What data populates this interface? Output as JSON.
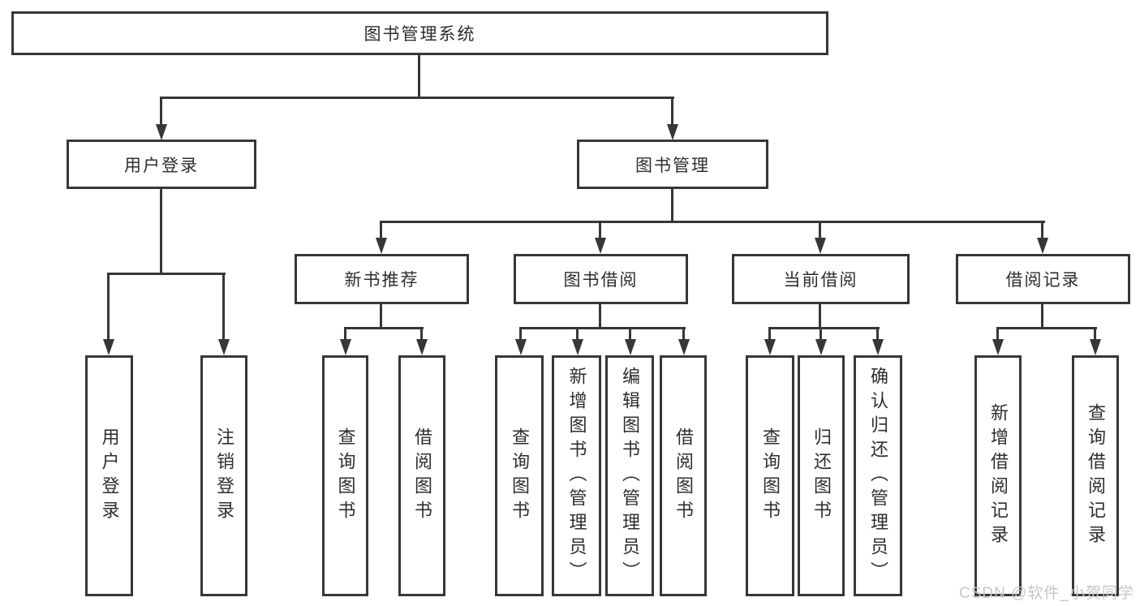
{
  "colors": {
    "line": "#373737",
    "box_border": "#373737",
    "text": "#2e2e2e",
    "watermark_text": "#c6c6c6",
    "background": "#ffffff"
  },
  "watermark": {
    "text": "CSDN @软件_小贺同学"
  },
  "tree": {
    "label": "图书管理系统",
    "children": [
      {
        "label": "用户登录",
        "children": [
          {
            "label": "用户登录"
          },
          {
            "label": "注销登录"
          }
        ]
      },
      {
        "label": "图书管理",
        "children": [
          {
            "label": "新书推荐",
            "children": [
              {
                "label": "查询图书"
              },
              {
                "label": "借阅图书"
              }
            ]
          },
          {
            "label": "图书借阅",
            "children": [
              {
                "label": "查询图书"
              },
              {
                "label": "新增图书（管理员）"
              },
              {
                "label": "编辑图书（管理员）"
              },
              {
                "label": "借阅图书"
              }
            ]
          },
          {
            "label": "当前借阅",
            "children": [
              {
                "label": "查询图书"
              },
              {
                "label": "归还图书"
              },
              {
                "label": "确认归还（管理员）"
              }
            ]
          },
          {
            "label": "借阅记录",
            "children": [
              {
                "label": "新增借阅记录"
              },
              {
                "label": "查询借阅记录"
              }
            ]
          }
        ]
      }
    ]
  }
}
